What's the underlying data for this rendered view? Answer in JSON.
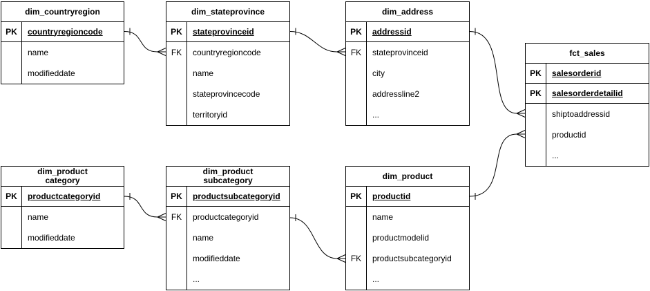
{
  "diagram": {
    "colors": {
      "stroke": "#000000",
      "fill": "#ffffff",
      "text": "#000000"
    },
    "entities": [
      {
        "id": "dim_countryregion",
        "title": "dim_countryregion",
        "key_rows": [
          {
            "key": "PK",
            "field": "countryregioncode"
          }
        ],
        "body_rows": [
          {
            "key": "",
            "field": "name"
          },
          {
            "key": "",
            "field": "modifieddate"
          }
        ]
      },
      {
        "id": "dim_stateprovince",
        "title": "dim_stateprovince",
        "key_rows": [
          {
            "key": "PK",
            "field": "stateprovinceid"
          }
        ],
        "body_rows": [
          {
            "key": "FK",
            "field": "countryregioncode"
          },
          {
            "key": "",
            "field": "name"
          },
          {
            "key": "",
            "field": "stateprovincecode"
          },
          {
            "key": "",
            "field": "territoryid"
          }
        ]
      },
      {
        "id": "dim_address",
        "title": "dim_address",
        "key_rows": [
          {
            "key": "PK",
            "field": "addressid"
          }
        ],
        "body_rows": [
          {
            "key": "FK",
            "field": "stateprovinceid"
          },
          {
            "key": "",
            "field": "city"
          },
          {
            "key": "",
            "field": "addressline2"
          },
          {
            "key": "",
            "field": "..."
          }
        ]
      },
      {
        "id": "fct_sales",
        "title": "fct_sales",
        "key_rows": [
          {
            "key": "PK",
            "field": "salesorderid"
          },
          {
            "key": "PK",
            "field": "salesorderdetailid"
          }
        ],
        "body_rows": [
          {
            "key": "",
            "field": "shiptoaddressid"
          },
          {
            "key": "",
            "field": "productid"
          },
          {
            "key": "",
            "field": "..."
          }
        ]
      },
      {
        "id": "dim_productcategory",
        "title": "dim_product\ncategory",
        "key_rows": [
          {
            "key": "PK",
            "field": "productcategoryid"
          }
        ],
        "body_rows": [
          {
            "key": "",
            "field": "name"
          },
          {
            "key": "",
            "field": "modifieddate"
          }
        ]
      },
      {
        "id": "dim_productsubcategory",
        "title": "dim_product\nsubcategory",
        "key_rows": [
          {
            "key": "PK",
            "field": "productsubcategoryid"
          }
        ],
        "body_rows": [
          {
            "key": "FK",
            "field": "productcategoryid"
          },
          {
            "key": "",
            "field": "name"
          },
          {
            "key": "",
            "field": "modifieddate"
          },
          {
            "key": "",
            "field": "..."
          }
        ]
      },
      {
        "id": "dim_product",
        "title": "dim_product",
        "key_rows": [
          {
            "key": "PK",
            "field": "productid"
          }
        ],
        "body_rows": [
          {
            "key": "",
            "field": "name"
          },
          {
            "key": "",
            "field": "productmodelid"
          },
          {
            "key": "FK",
            "field": "productsubcategoryid"
          },
          {
            "key": "",
            "field": "..."
          }
        ]
      }
    ],
    "relationships": [
      {
        "from": "dim_countryregion.countryregioncode",
        "to": "dim_stateprovince.countryregioncode",
        "cardinality": "one-to-many"
      },
      {
        "from": "dim_stateprovince.stateprovinceid",
        "to": "dim_address.stateprovinceid",
        "cardinality": "one-to-many"
      },
      {
        "from": "dim_address.addressid",
        "to": "fct_sales.shiptoaddressid",
        "cardinality": "one-to-many"
      },
      {
        "from": "dim_product.productid",
        "to": "fct_sales.productid",
        "cardinality": "one-to-many"
      },
      {
        "from": "dim_productcategory.productcategoryid",
        "to": "dim_productsubcategory.productcategoryid",
        "cardinality": "one-to-many"
      },
      {
        "from": "dim_productsubcategory.productsubcategoryid",
        "to": "dim_product.productsubcategoryid",
        "cardinality": "one-to-many"
      }
    ]
  }
}
